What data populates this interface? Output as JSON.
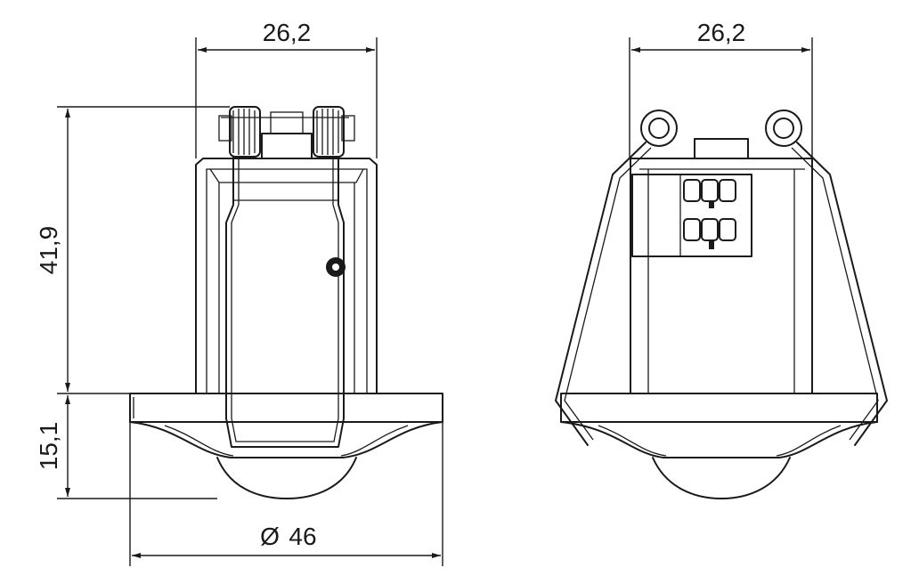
{
  "dimensions": {
    "left_view_width": "26,2",
    "right_view_width": "26,2",
    "body_height": "41,9",
    "flange_height": "15,1",
    "diameter_symbol": "Ø",
    "diameter_value": "46"
  }
}
